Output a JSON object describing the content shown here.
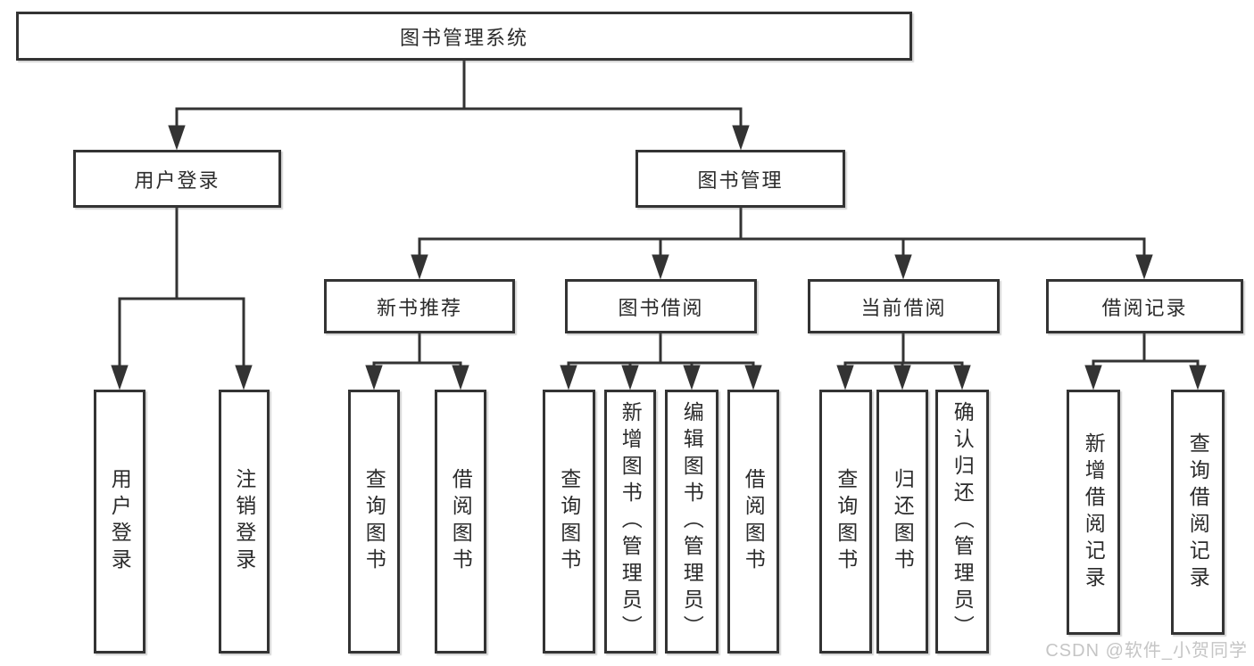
{
  "colors": {
    "line": "#333333",
    "text": "#2b2b2b",
    "watermark": "#c5c5c5",
    "background": "#ffffff"
  },
  "tree": {
    "root": {
      "label": "图书管理系统"
    },
    "branches": [
      {
        "label": "用户登录",
        "leaves": [
          "用户登录",
          "注销登录"
        ]
      },
      {
        "label": "图书管理",
        "groups": [
          {
            "label": "新书推荐",
            "leaves": [
              "查询图书",
              "借阅图书"
            ]
          },
          {
            "label": "图书借阅",
            "leaves": [
              "查询图书",
              "新增图书（管理员）",
              "编辑图书（管理员）",
              "借阅图书"
            ]
          },
          {
            "label": "当前借阅",
            "leaves": [
              "查询图书",
              "归还图书",
              "确认归还（管理员）"
            ]
          },
          {
            "label": "借阅记录",
            "leaves": [
              "新增借阅记录",
              "查询借阅记录"
            ]
          }
        ]
      }
    ]
  },
  "watermark": "CSDN @软件_小贺同学"
}
